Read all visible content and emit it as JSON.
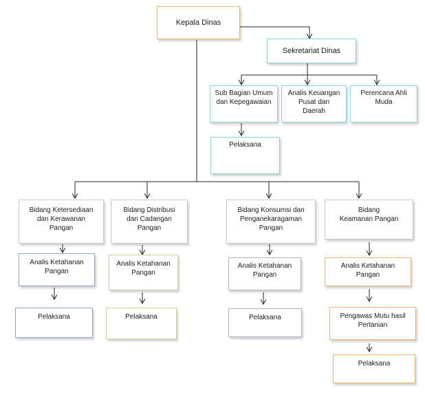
{
  "boxes": {
    "kepala_dinas": "Kepala Dinas",
    "sekretariat_dinas": "Sekretariat Dinas",
    "sub_bagian_umum": "Sub Bagian Umum\ndan Kepegawaian",
    "analis_keuangan": "Analis Keuangan\nPusat dan\nDaerah",
    "perencana_ahli": "Perencana Ahli\nMuda",
    "pelaksana_sekretariat": "Pelaksana",
    "bidang_ketersediaan": "Bidang Ketersediaan\ndan Kerawanan\nPangan",
    "bidang_distribusi": "Bidang Distribusi\ndan Cadangan\nPangan",
    "bidang_konsumsi": "Bidang Konsumsi dan\nPenganekaragaman\nPangan",
    "bidang_keamanan": "Bidang\nKeamanan Pangan",
    "analis_ketahanan_1": "Analis Ketahanan\nPangan",
    "analis_ketahanan_2": "Analis Ketahanan\nPangan",
    "analis_ketahanan_3": "Analis Ketahanan\nPangan",
    "analis_ketahanan_4": "Analis Ketahanan\nPangan",
    "pengawas_mutu": "Pengawas Mutu hasil\nPertanian",
    "pelaksana_1": "Pelaksana",
    "pelaksana_2": "Pelaksana",
    "pelaksana_3": "Pelaksana",
    "pelaksana_4": "Pelaksana"
  }
}
